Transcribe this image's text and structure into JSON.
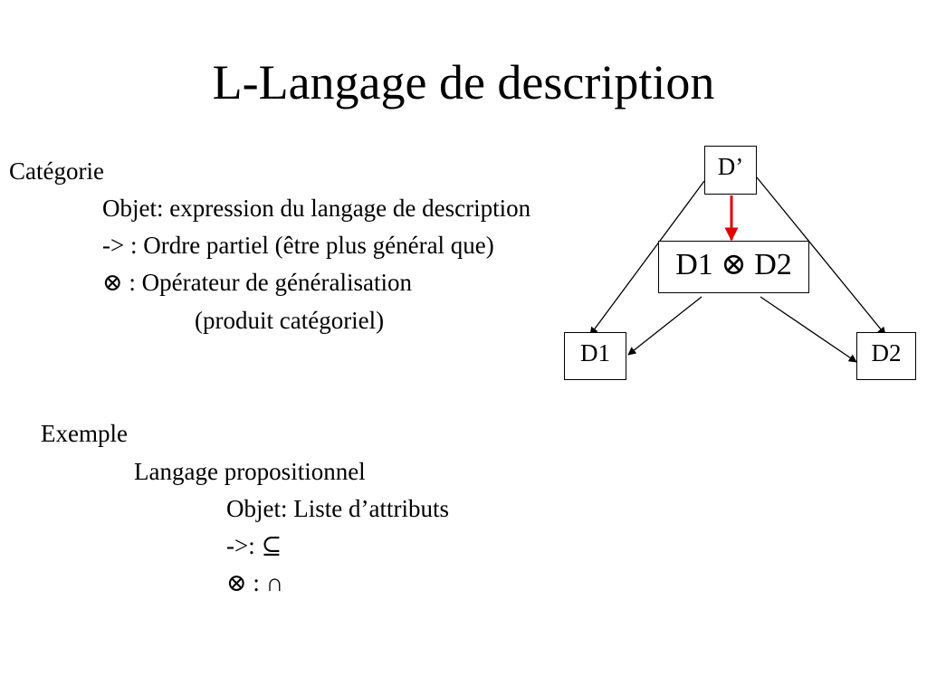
{
  "slide": {
    "title": "L-Langage de description",
    "categorie": {
      "heading": "Catégorie",
      "lines": [
        "Objet: expression du langage de description",
        "-> : Ordre partiel (être plus général que)",
        "⊗ : Opérateur de généralisation",
        "(produit catégoriel)"
      ]
    },
    "exemple": {
      "heading": "Exemple",
      "sub_heading": "Langage propositionnel",
      "lines": [
        "Objet: Liste d’attributs",
        "->: ⊆",
        "⊗ : ∩"
      ]
    }
  },
  "diagram": {
    "nodes": {
      "top": "D’",
      "middle": "D1 ⊗ D2",
      "left": "D1",
      "right": "D2"
    },
    "colors": {
      "highlight_arrow": "#e00000",
      "arrow": "#000000"
    }
  }
}
